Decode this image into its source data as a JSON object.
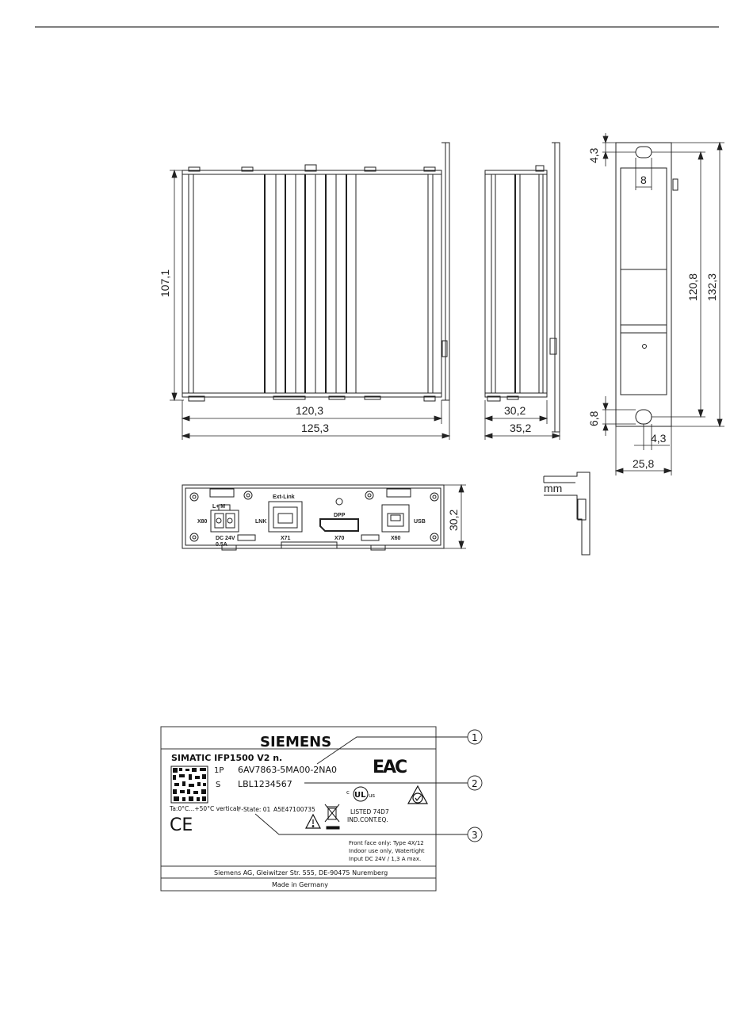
{
  "dimensions": {
    "front_height": "107,1",
    "front_width_body": "120,3",
    "front_width_total": "125,3",
    "side_depth_body": "30,2",
    "side_depth_total": "35,2",
    "back_hole_offset_top": "4,3",
    "back_hole_width": "8",
    "back_hole_spacing": "120,8",
    "back_total_height": "132,3",
    "back_hole_height": "6,8",
    "back_hole_offset_bottom": "4,3",
    "back_total_width": "25,8",
    "bottom_view_depth": "30,2"
  },
  "bottom_view_labels": {
    "power_connector": "X80",
    "power_pins": "L+    M",
    "power_rating": "DC 24V\n0.5A",
    "link_led": "LNK",
    "ext_link": "Ext-Link",
    "ethernet_port": "X71",
    "displayport_label": "DPP",
    "displayport_port": "X70",
    "usb_label": "USB",
    "usb_port": "X60"
  },
  "unit_legend": "mm",
  "rating_plate": {
    "brand": "SIEMENS",
    "product": "SIMATIC IFP1500 V2 n.",
    "order_prefix": "1P",
    "order_number": "6AV7863-5MA00-2NA0",
    "serial_prefix": "S",
    "serial_number": "LBL1234567",
    "temperature": "Ta:0°C...+50°C vertical",
    "ce_mark": "CE",
    "eac_mark": "EAC",
    "f_state": "F-State: 01",
    "doc_number": "A5E47100735",
    "ul_listed": "LISTED 74D7",
    "ul_category": "IND.CONT.EQ.",
    "ul_c": "c",
    "ul_us": "us",
    "ul_mark": "UL",
    "front_face": "Front face only: Type 4X/12",
    "indoor": "Indoor use only, Watertight",
    "input": "Input DC 24V / 1,3 A max.",
    "address": "Siemens AG, Gleiwitzer Str. 555, DE-90475 Nuremberg",
    "origin": "Made in Germany"
  },
  "callouts": [
    "1",
    "2",
    "3"
  ]
}
